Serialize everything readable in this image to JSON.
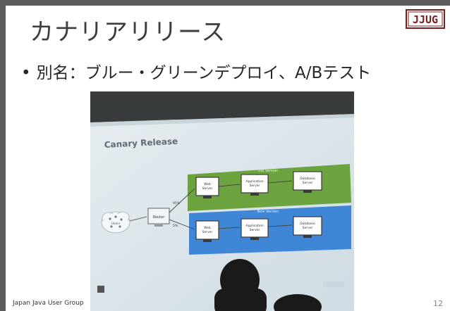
{
  "slide": {
    "title": "カナリアリリース",
    "bullet": "別名：ブルー・グリーンデプロイ、A/Bテスト",
    "bullet_marker": "•",
    "footer_left": "Japan Java User Group",
    "page_number": "12",
    "logo_text": "JJUG"
  },
  "photo": {
    "slide_title": "Canary Release",
    "users_label": "Users",
    "router_label": "Router",
    "pct_old": "95%",
    "pct_new": "5%",
    "old_group_label": "Old Version",
    "new_group_label": "New Version",
    "web_server_label": [
      "Web",
      "Server"
    ],
    "app_server_label": [
      "Application",
      "Server"
    ],
    "db_server_label": [
      "Database",
      "Server"
    ]
  },
  "colors": {
    "bar": "#5b5b5b",
    "old_version": "#6da33f",
    "new_version": "#3f86d6",
    "screen": "#dfe8ee",
    "audience": "#1a1a1a"
  }
}
